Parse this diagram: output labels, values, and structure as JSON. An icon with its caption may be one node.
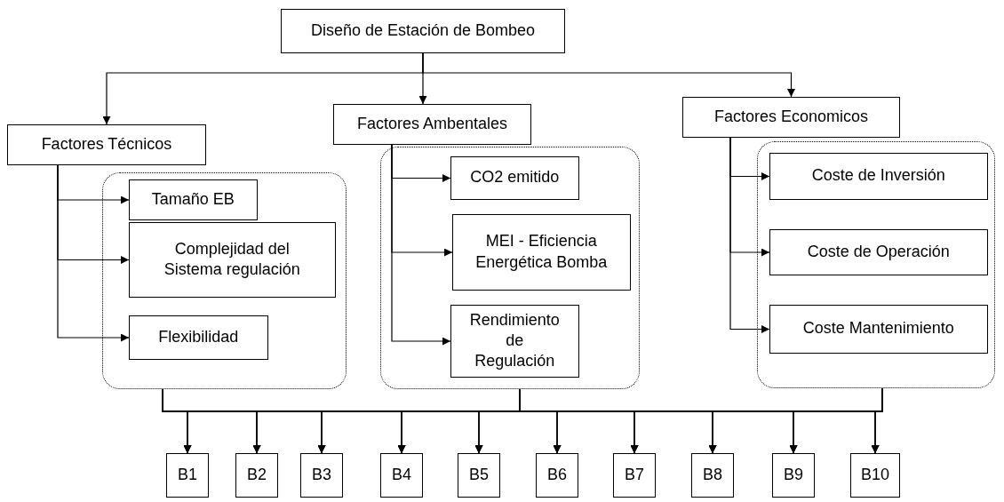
{
  "diagram": {
    "nodes": [
      {
        "text": [
          "Diseño de Estación de Bombeo"
        ]
      },
      {
        "text": [
          "Factores Técnicos"
        ]
      },
      {
        "text": [
          "Factores Ambentales"
        ]
      },
      {
        "text": [
          "Factores Economicos"
        ]
      },
      {
        "text": [],
        "shape": "box"
      },
      {
        "text": [
          "Tamaño EB"
        ],
        "in": 4
      },
      {
        "text": [
          "Complejidad del Sistema regulación"
        ],
        "in": 4
      },
      {
        "text": [
          "Flexibilidad"
        ],
        "in": 4
      },
      {
        "text": [],
        "shape": "box"
      },
      {
        "text": [
          "CO2 emitido"
        ],
        "in": 8
      },
      {
        "text": [
          "MEI - Eficiencia Energética Bomba"
        ],
        "in": 8
      },
      {
        "text": [
          "Rendimiento de Regulación"
        ],
        "in": 8
      },
      {
        "text": [],
        "shape": "box"
      },
      {
        "text": [
          "Coste de Inversión"
        ],
        "in": 12
      },
      {
        "text": [
          "Coste de Operación"
        ],
        "in": 12
      },
      {
        "text": [
          "Coste Mantenimiento"
        ],
        "in": 12
      },
      {
        "text": [
          "B1"
        ]
      },
      {
        "text": [
          "B2"
        ]
      },
      {
        "text": [
          "B3"
        ]
      },
      {
        "text": [
          "B4"
        ]
      },
      {
        "text": [
          "B5"
        ]
      },
      {
        "text": [
          "B6"
        ]
      },
      {
        "text": [
          "B7"
        ]
      },
      {
        "text": [
          "B8"
        ]
      },
      {
        "text": [
          "B9"
        ]
      },
      {
        "text": [
          "B10"
        ]
      }
    ],
    "edges": [
      {
        "from": 0,
        "to": 1,
        "arrow": "to"
      },
      {
        "from": 0,
        "to": 2,
        "arrow": "to"
      },
      {
        "from": 0,
        "to": 3,
        "arrow": "to"
      },
      {
        "from": 1,
        "to": 5,
        "arrow": "to"
      },
      {
        "from": 1,
        "to": 6,
        "arrow": "to"
      },
      {
        "from": 1,
        "to": 7,
        "arrow": "to"
      },
      {
        "from": 2,
        "to": 9,
        "arrow": "to"
      },
      {
        "from": 2,
        "to": 10,
        "arrow": "to"
      },
      {
        "from": 2,
        "to": 11,
        "arrow": "to"
      },
      {
        "from": 3,
        "to": 13,
        "arrow": "to"
      },
      {
        "from": 3,
        "to": 14,
        "arrow": "to"
      },
      {
        "from": 3,
        "to": 15,
        "arrow": "to"
      },
      {
        "from": 4,
        "to": 16,
        "arrow": "to"
      },
      {
        "from": 4,
        "to": 17,
        "arrow": "to"
      },
      {
        "from": 4,
        "to": 18,
        "arrow": "to"
      },
      {
        "from": 4,
        "to": 19,
        "arrow": "to"
      },
      {
        "from": 4,
        "to": 20,
        "arrow": "to"
      },
      {
        "from": 4,
        "to": 21,
        "arrow": "to"
      },
      {
        "from": 4,
        "to": 22,
        "arrow": "to"
      },
      {
        "from": 4,
        "to": 23,
        "arrow": "to"
      },
      {
        "from": 4,
        "to": 24,
        "arrow": "to"
      },
      {
        "from": 4,
        "to": 25,
        "arrow": "to"
      },
      {
        "from": 8,
        "to": 16,
        "arrow": "to"
      },
      {
        "from": 8,
        "to": 17,
        "arrow": "to"
      },
      {
        "from": 8,
        "to": 18,
        "arrow": "to"
      },
      {
        "from": 8,
        "to": 19,
        "arrow": "to"
      },
      {
        "from": 8,
        "to": 20,
        "arrow": "to"
      },
      {
        "from": 8,
        "to": 21,
        "arrow": "to"
      },
      {
        "from": 8,
        "to": 22,
        "arrow": "to"
      },
      {
        "from": 8,
        "to": 23,
        "arrow": "to"
      },
      {
        "from": 8,
        "to": 24,
        "arrow": "to"
      },
      {
        "from": 8,
        "to": 25,
        "arrow": "to"
      },
      {
        "from": 12,
        "to": 16,
        "arrow": "to"
      },
      {
        "from": 12,
        "to": 17,
        "arrow": "to"
      },
      {
        "from": 12,
        "to": 18,
        "arrow": "to"
      },
      {
        "from": 12,
        "to": 19,
        "arrow": "to"
      },
      {
        "from": 12,
        "to": 20,
        "arrow": "to"
      },
      {
        "from": 12,
        "to": 21,
        "arrow": "to"
      },
      {
        "from": 12,
        "to": 22,
        "arrow": "to"
      },
      {
        "from": 12,
        "to": 23,
        "arrow": "to"
      },
      {
        "from": 12,
        "to": 24,
        "arrow": "to"
      },
      {
        "from": 12,
        "to": 25,
        "arrow": "to"
      }
    ]
  }
}
